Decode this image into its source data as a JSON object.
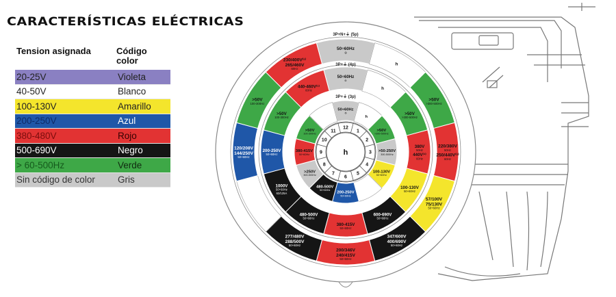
{
  "title": "CARACTERÍSTICAS ELÉCTRICAS",
  "legend": {
    "header_voltage": "Tension asignada",
    "header_color": "Código color",
    "rows": [
      {
        "voltage": "20-25V",
        "color_name": "Violeta",
        "bg": "#8a80c2",
        "fg": "#222",
        "fg2": "#222"
      },
      {
        "voltage": "40-50V",
        "color_name": "Blanco",
        "bg": "#ffffff",
        "fg": "#222",
        "fg2": "#222"
      },
      {
        "voltage": "100-130V",
        "color_name": "Amarillo",
        "bg": "#f4e52c",
        "fg": "#222",
        "fg2": "#222"
      },
      {
        "voltage": "200-250V",
        "color_name": "Azul",
        "bg": "#1f57a8",
        "fg": "#0d2a66",
        "fg2": "#ffffff"
      },
      {
        "voltage": "380-480V",
        "color_name": "Rojo",
        "bg": "#e23333",
        "fg": "#7a0d0d",
        "fg2": "#300"
      },
      {
        "voltage": "500-690V",
        "color_name": "Negro",
        "bg": "#151515",
        "fg": "#ffffff",
        "fg2": "#ffffff"
      },
      {
        "voltage": "> 60-500Hz",
        "color_name": "Verde",
        "bg": "#3ea847",
        "fg": "#155a1c",
        "fg2": "#102a10"
      },
      {
        "voltage": "Sin código de color",
        "color_name": "Gris",
        "bg": "#c9c9c9",
        "fg": "#333",
        "fg2": "#333"
      }
    ]
  },
  "colors": {
    "red": "#e23333",
    "green": "#3ea847",
    "blue": "#1f57a8",
    "black": "#151515",
    "yellow": "#f4e52c",
    "gray": "#c9c9c9",
    "white": "#ffffff"
  },
  "ring_labels": [
    "3P+N+⏚ (5p)",
    "3P+⏚ (4p)",
    "3P+⏚ (3p)"
  ],
  "hub_label": "h",
  "clock_numbers": [
    "12",
    "1",
    "2",
    "3",
    "4",
    "5",
    "6",
    "7",
    "8",
    "9",
    "10",
    "11"
  ],
  "rings": [
    {
      "name": "5p",
      "segments": [
        {
          "pos": 12,
          "color": "gray",
          "lines": [
            "50÷60Hz",
            "⊜"
          ]
        },
        {
          "pos": 1,
          "color": "white",
          "lines": [
            "h"
          ]
        },
        {
          "pos": 2,
          "color": "green",
          "lines": [
            ">50V",
            ">300-500Hz"
          ]
        },
        {
          "pos": 3,
          "color": "red",
          "lines": [
            "220/380V",
            "50Hz",
            "250/440V⁽¹⁾",
            "60Hz"
          ]
        },
        {
          "pos": 4,
          "color": "yellow",
          "lines": [
            "57/100V",
            "75/130V",
            "50+60Hz"
          ]
        },
        {
          "pos": 5,
          "color": "black",
          "lines": [
            "347/600V",
            "400/690V",
            "50+60Hz"
          ]
        },
        {
          "pos": 6,
          "color": "red",
          "lines": [
            "200/346V",
            "240/415V",
            "50+60Hz"
          ]
        },
        {
          "pos": 7,
          "color": "black",
          "lines": [
            "277/480V",
            "288/500V",
            "50+60Hz"
          ]
        },
        {
          "pos": 8,
          "color": "white",
          "lines": []
        },
        {
          "pos": 9,
          "color": "blue",
          "lines": [
            "120/208V",
            "144/250V",
            "50+60Hz"
          ]
        },
        {
          "pos": 10,
          "color": "green",
          "lines": [
            ">50V",
            "100-300Hz"
          ]
        },
        {
          "pos": 11,
          "color": "red",
          "lines": [
            "230/400V⁽¹⁾",
            "265/460V",
            "60Hz"
          ]
        }
      ]
    },
    {
      "name": "4p",
      "segments": [
        {
          "pos": 12,
          "color": "gray",
          "lines": [
            "50÷60Hz",
            "⊜"
          ]
        },
        {
          "pos": 1,
          "color": "white",
          "lines": [
            "h"
          ]
        },
        {
          "pos": 2,
          "color": "green",
          "lines": [
            ">50V",
            ">300-500Hz"
          ]
        },
        {
          "pos": 3,
          "color": "red",
          "lines": [
            "380V",
            "50Hz",
            "440V⁽¹⁾",
            "60Hz"
          ]
        },
        {
          "pos": 4,
          "color": "yellow",
          "lines": [
            "100-130V",
            "50+60Hz"
          ]
        },
        {
          "pos": 5,
          "color": "black",
          "lines": [
            "600-690V",
            "50+60Hz"
          ]
        },
        {
          "pos": 6,
          "color": "red",
          "lines": [
            "380-415V",
            "50+60Hz"
          ]
        },
        {
          "pos": 7,
          "color": "black",
          "lines": [
            "480-500V",
            "50+60Hz"
          ]
        },
        {
          "pos": 8,
          "color": "black",
          "lines": [
            "1000V",
            "50+60Hz",
            "63/125A"
          ]
        },
        {
          "pos": 9,
          "color": "blue",
          "lines": [
            "200-250V",
            "50+60Hz"
          ]
        },
        {
          "pos": 10,
          "color": "green",
          "lines": [
            ">50V",
            "100-300Hz"
          ]
        },
        {
          "pos": 11,
          "color": "red",
          "lines": [
            "440-460V⁽¹⁾",
            "60Hz"
          ]
        }
      ]
    },
    {
      "name": "3p",
      "segments": [
        {
          "pos": 12,
          "color": "gray",
          "lines": [
            "50÷60Hz",
            "⊜"
          ]
        },
        {
          "pos": 1,
          "color": "white",
          "lines": [
            "h"
          ]
        },
        {
          "pos": 2,
          "color": "green",
          "lines": [
            ">50V",
            ">300-500Hz"
          ]
        },
        {
          "pos": 3,
          "color": "gray",
          "lines": [
            ">50-250V",
            "300-500Hz"
          ]
        },
        {
          "pos": 4,
          "color": "yellow",
          "lines": [
            "100-130V",
            "50+60Hz"
          ]
        },
        {
          "pos": 5,
          "color": "white",
          "lines": []
        },
        {
          "pos": 6,
          "color": "blue",
          "lines": [
            "200-250V",
            "50+60Hz"
          ]
        },
        {
          "pos": 7,
          "color": "black",
          "lines": [
            "480-500V",
            "50+60Hz"
          ]
        },
        {
          "pos": 8,
          "color": "gray",
          "lines": [
            ">250V",
            "300-500Hz"
          ]
        },
        {
          "pos": 9,
          "color": "red",
          "lines": [
            "380-415V",
            "50+60Hz"
          ]
        },
        {
          "pos": 10,
          "color": "green",
          "lines": [
            ">50V",
            "100-300Hz"
          ]
        },
        {
          "pos": 11,
          "color": "white",
          "lines": []
        }
      ]
    }
  ]
}
